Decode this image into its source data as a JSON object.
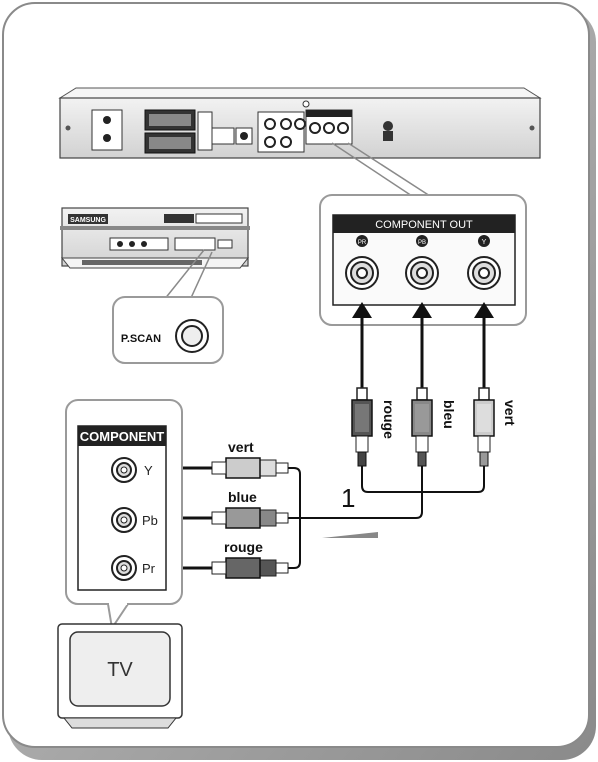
{
  "component_out": {
    "title": "COMPONENT OUT",
    "jacks": [
      "PR",
      "PB",
      "Y"
    ]
  },
  "front_panel": {
    "brand": "SAMSUNG",
    "pscan_label": "P.SCAN"
  },
  "cable_labels_right": [
    "rouge",
    "bleu",
    "vert"
  ],
  "cable_labels_left": [
    "vert",
    "blue",
    "rouge"
  ],
  "tv_panel": {
    "title": "COMPONENT",
    "inputs": [
      "Y",
      "Pb",
      "Pr"
    ]
  },
  "tv_label": "TV",
  "step_number": "1",
  "colors": {
    "border": "#9a9a9a",
    "panel_dark": "#222222",
    "device_fill": "#e6e6e6"
  }
}
